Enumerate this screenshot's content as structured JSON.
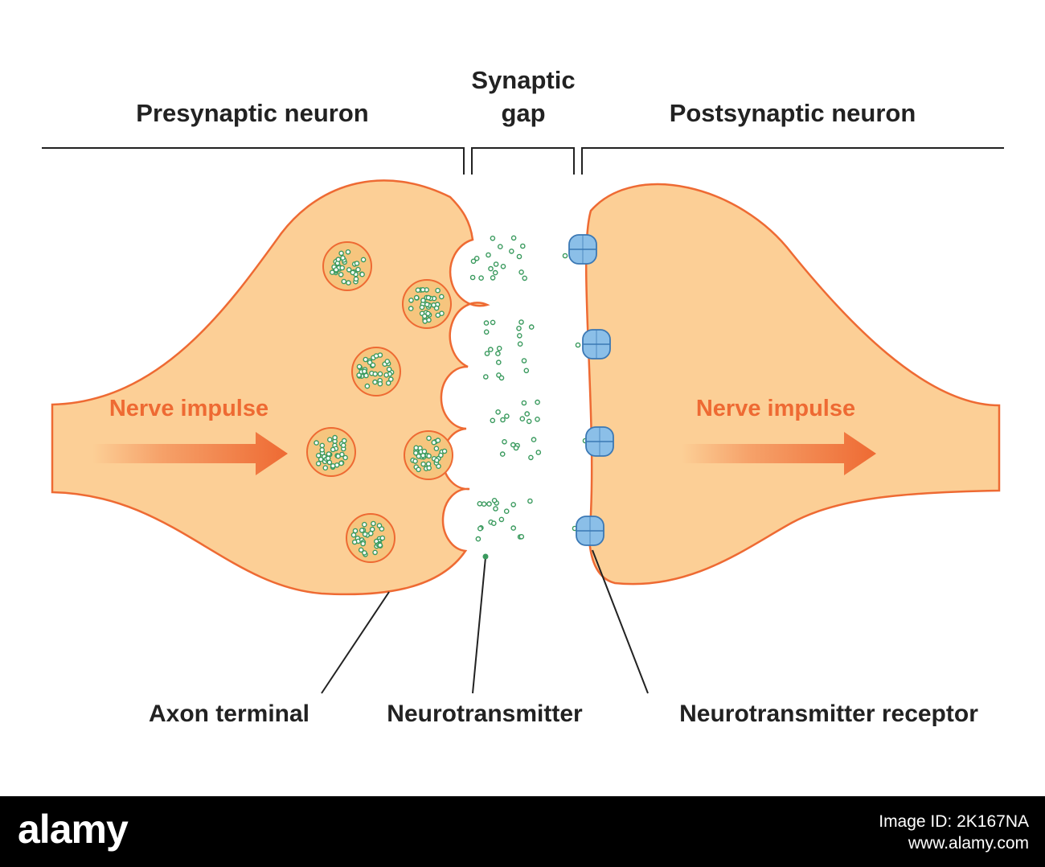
{
  "diagram": {
    "header": {
      "presynaptic": "Presynaptic neuron",
      "synaptic_gap_line1": "Synaptic",
      "synaptic_gap_line2": "gap",
      "postsynaptic": "Postsynaptic neuron"
    },
    "impulse_left": "Nerve impulse",
    "impulse_right": "Nerve impulse",
    "labels": {
      "axon_terminal": "Axon terminal",
      "neurotransmitter": "Neurotransmitter",
      "receptor": "Neurotransmitter receptor"
    },
    "colors": {
      "cell_fill": "#fccf96",
      "cell_stroke": "#ee6a33",
      "transmitter": "#3a9a5e",
      "receptor_fill": "#8bbfe8",
      "receptor_stroke": "#3b78b4",
      "text": "#222222",
      "impulse_text": "#ee6a33"
    }
  },
  "footer": {
    "logo": "alamy",
    "image_id": "Image ID: 2K167NA",
    "website": "www.alamy.com"
  }
}
